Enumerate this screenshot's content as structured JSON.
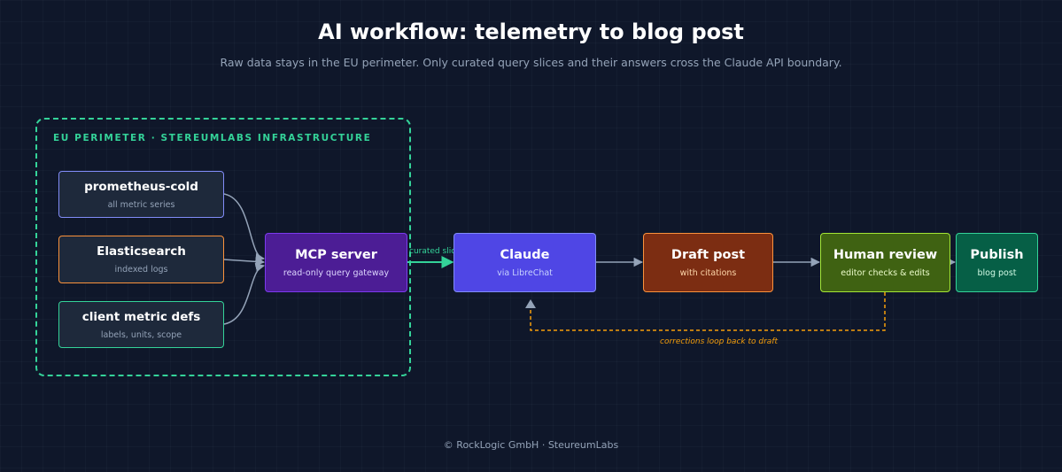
{
  "header": {
    "title": "AI workflow: telemetry to blog post",
    "subtitle": "Raw data stays in the EU perimeter. Only curated query slices and their answers cross the Claude API boundary."
  },
  "perimeter": {
    "label": "EU PERIMETER · STEREUMLABS INFRASTRUCTURE"
  },
  "nodes": {
    "prometheus": {
      "title": "prometheus-cold",
      "subtitle": "all metric series"
    },
    "elasticsearch": {
      "title": "Elasticsearch",
      "subtitle": "indexed logs"
    },
    "client_defs": {
      "title": "client metric defs",
      "subtitle": "labels, units, scope"
    },
    "mcp": {
      "title": "MCP server",
      "subtitle": "read-only query gateway"
    },
    "claude": {
      "title": "Claude",
      "subtitle": "via LibreChat"
    },
    "draft": {
      "title": "Draft post",
      "subtitle": "with citations"
    },
    "review": {
      "title": "Human review",
      "subtitle": "editor checks & edits"
    },
    "publish": {
      "title": "Publish",
      "subtitle": "blog post"
    }
  },
  "edges": {
    "curated_label": "curated slice",
    "loop_label": "corrections loop back to draft"
  },
  "colors": {
    "background": "#0f172a",
    "perimeter": "#34d399",
    "prometheus_border": "#818cf8",
    "elasticsearch_border": "#fb923c",
    "client_defs_border": "#34d399",
    "mcp_fill": "#4c1d95",
    "claude_fill": "#4f46e5",
    "draft_fill": "#7c2d12",
    "review_fill": "#3f6212",
    "publish_fill": "#065f46",
    "loop_arrow": "#f59e0b"
  },
  "footer": {
    "text": "© RockLogic GmbH · SteureumLabs"
  }
}
